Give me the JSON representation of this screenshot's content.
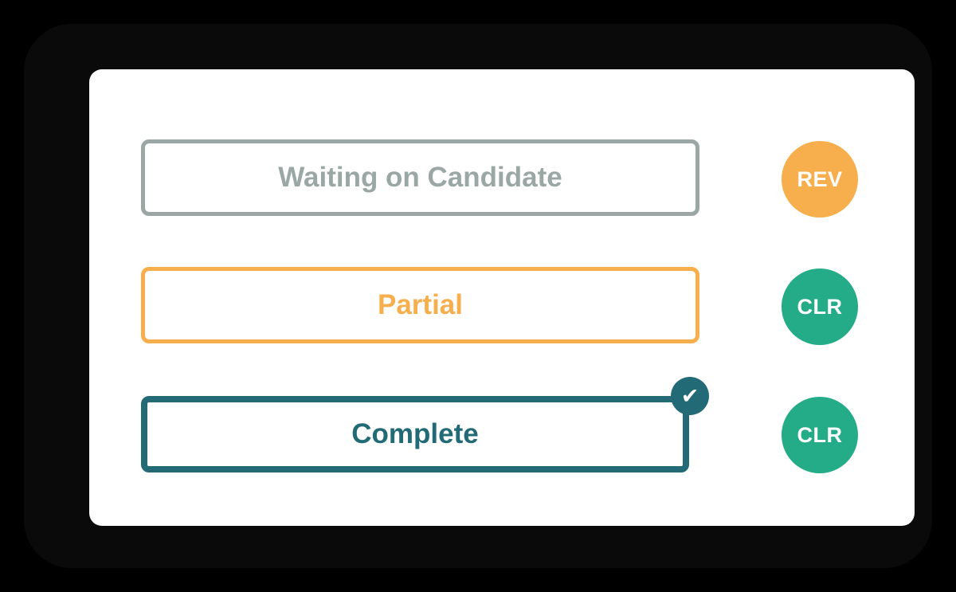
{
  "colors": {
    "background": "#000000",
    "panel": "#0a0a0b",
    "card": "#ffffff",
    "gray": "#9AA7A4",
    "orange": "#F7AE4C",
    "teal": "#216A76",
    "green": "#23AC87",
    "badge_text": "#ffffff"
  },
  "icons": {
    "check": "✔"
  },
  "statuses": [
    {
      "label": "Waiting on Candidate",
      "badge": "REV",
      "selected": false
    },
    {
      "label": "Partial",
      "badge": "CLR",
      "selected": false
    },
    {
      "label": "Complete",
      "badge": "CLR",
      "selected": true
    }
  ]
}
